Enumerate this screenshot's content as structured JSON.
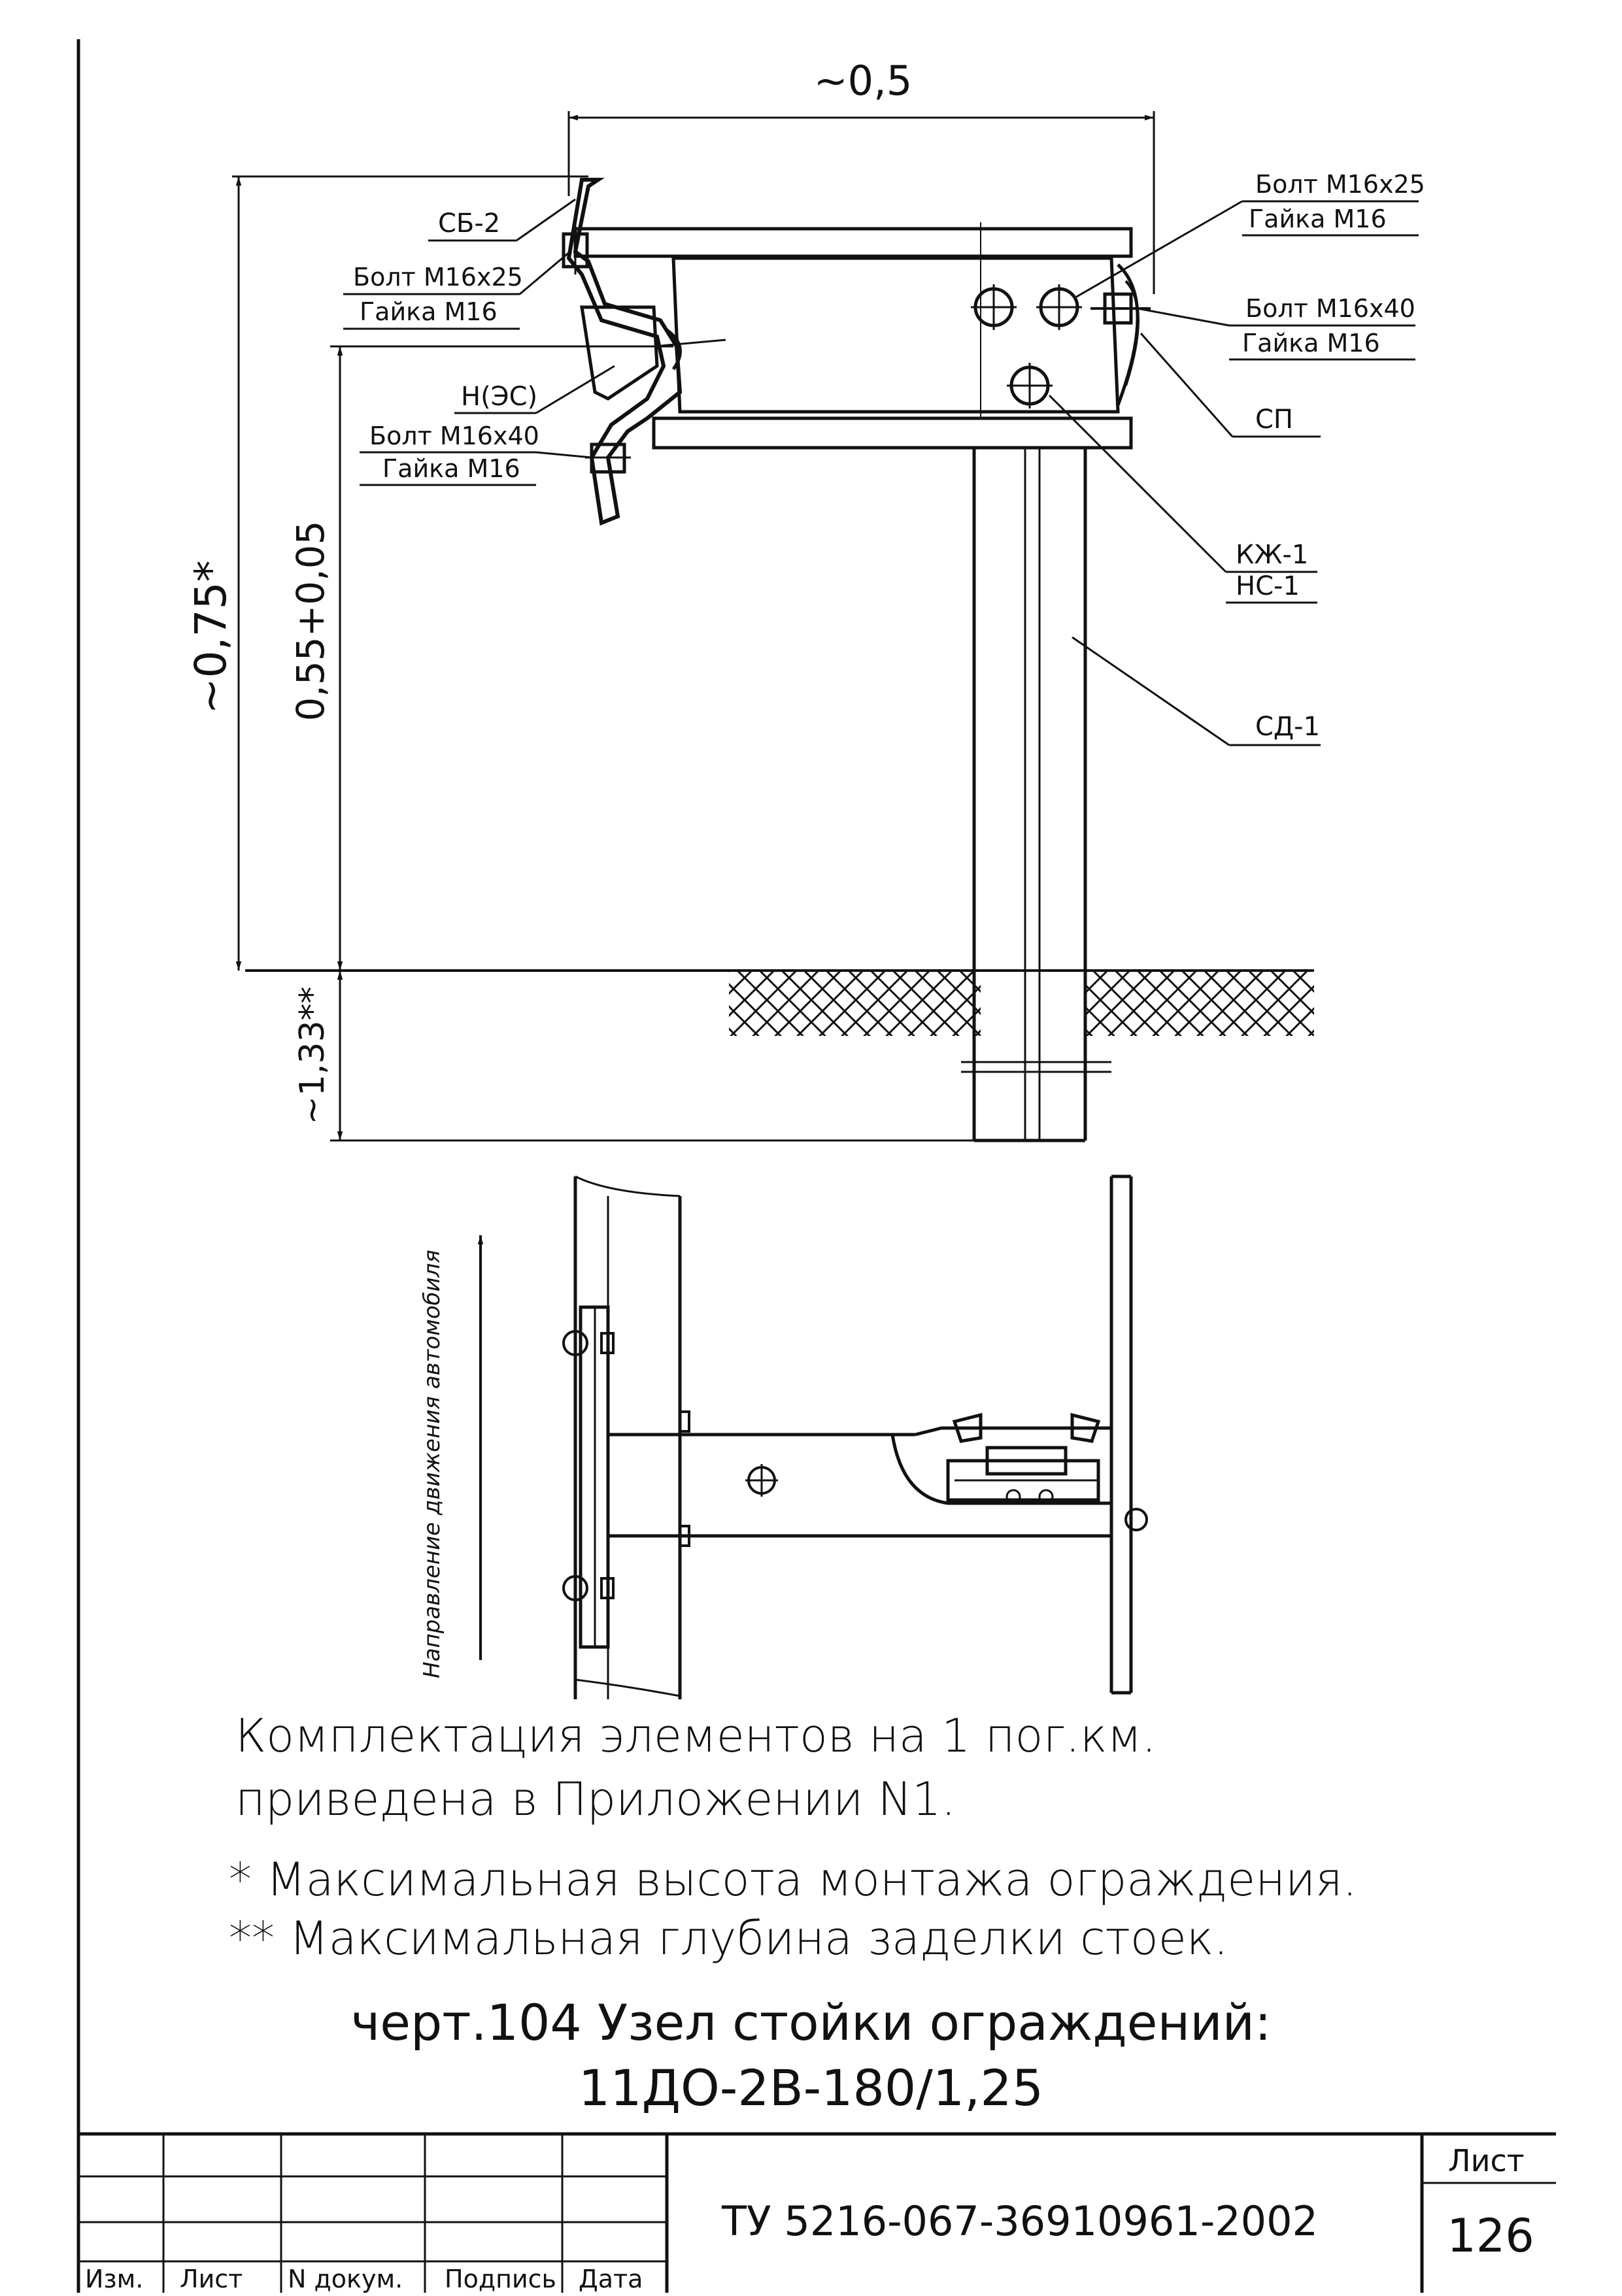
{
  "drawing": {
    "dimensions": {
      "width_top": "~0,5",
      "total_height": "~0,75*",
      "rail_height": "0,55+0,05",
      "embed_depth": "~1,33**"
    },
    "callouts": {
      "sb2": "СБ-2",
      "bolt_m16x25_left": "Болт М16х25",
      "nut_m16_left": "Гайка М16",
      "n_es": "Н(ЭС)",
      "bolt_m16x40_left": "Болт М16х40",
      "nut_m16_left2": "Гайка М16",
      "bolt_m16x25_right": "Болт М16х25",
      "nut_m16_right": "Гайка М16",
      "bolt_m16x40_right": "Болт М16х40",
      "nut_m16_right2": "Гайка М16",
      "sp": "СП",
      "kzh1": "КЖ-1",
      "ns1": "НС-1",
      "sd1": "СД-1"
    },
    "plan_view_label": "Направление движения автомобиля"
  },
  "notes": {
    "line1": "Комплектация элементов на 1 пог.км.",
    "line2": "приведена в Приложении N1.",
    "footnote1": "* Максимальная высота монтажа ограждения.",
    "footnote2": "** Максимальная глубина заделки стоек."
  },
  "caption": {
    "line1": "черт.104 Узел стойки ограждений:",
    "line2": "11ДО-2В-180/1,25"
  },
  "title_block": {
    "code": "ТУ 5216-067-36910961-2002",
    "sheet_label": "Лист",
    "sheet_number": "126",
    "columns": [
      "Изм.",
      "Лист",
      "N докум.",
      "Подпись",
      "Дата"
    ]
  }
}
